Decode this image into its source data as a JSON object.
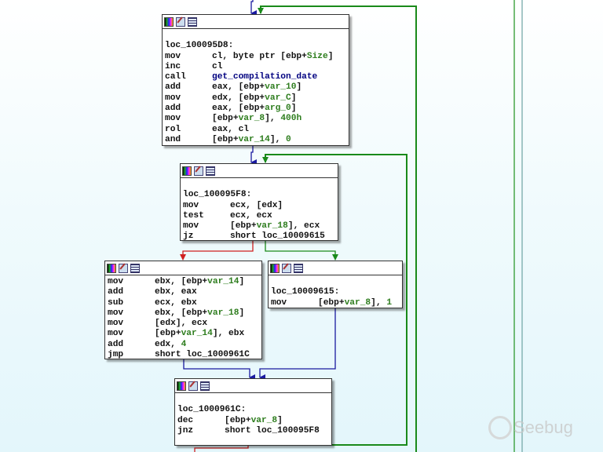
{
  "colors": {
    "true_edge": "#1a8a1a",
    "false_edge": "#d02020",
    "uncond_edge": "#1a1aa0",
    "var": "#2e7d1e",
    "func": "#000080"
  },
  "blocks": [
    {
      "id": "loc_100095D8",
      "label": "loc_100095D8:",
      "lines": [
        {
          "m": "mov",
          "o": [
            [
              "cl, byte ptr [ebp+",
              ""
            ],
            [
              "Size",
              "var"
            ],
            [
              "]",
              ""
            ]
          ]
        },
        {
          "m": "inc",
          "o": [
            [
              "cl",
              ""
            ]
          ]
        },
        {
          "m": "call",
          "o": [
            [
              "get_compilation_date",
              "fn"
            ]
          ]
        },
        {
          "m": "add",
          "o": [
            [
              "eax, [ebp+",
              ""
            ],
            [
              "var_10",
              "var"
            ],
            [
              "]",
              ""
            ]
          ]
        },
        {
          "m": "mov",
          "o": [
            [
              "edx, [ebp+",
              ""
            ],
            [
              "var_C",
              "var"
            ],
            [
              "]",
              ""
            ]
          ]
        },
        {
          "m": "add",
          "o": [
            [
              "eax, [ebp+",
              ""
            ],
            [
              "arg_0",
              "var"
            ],
            [
              "]",
              ""
            ]
          ]
        },
        {
          "m": "mov",
          "o": [
            [
              "[ebp+",
              ""
            ],
            [
              "var_8",
              "var"
            ],
            [
              "], ",
              ""
            ],
            [
              "400h",
              "num"
            ]
          ]
        },
        {
          "m": "rol",
          "o": [
            [
              "eax, cl",
              ""
            ]
          ]
        },
        {
          "m": "and",
          "o": [
            [
              "[ebp+",
              ""
            ],
            [
              "var_14",
              "var"
            ],
            [
              "], ",
              ""
            ],
            [
              "0",
              "num"
            ]
          ]
        }
      ]
    },
    {
      "id": "loc_100095F8",
      "label": "loc_100095F8:",
      "lines": [
        {
          "m": "mov",
          "o": [
            [
              "ecx, [edx]",
              ""
            ]
          ]
        },
        {
          "m": "test",
          "o": [
            [
              "ecx, ecx",
              ""
            ]
          ]
        },
        {
          "m": "mov",
          "o": [
            [
              "[ebp+",
              ""
            ],
            [
              "var_18",
              "var"
            ],
            [
              "], ecx",
              ""
            ]
          ]
        },
        {
          "m": "jz",
          "o": [
            [
              "short loc_10009615",
              ""
            ]
          ]
        }
      ]
    },
    {
      "id": "fallthrough",
      "label": "",
      "lines": [
        {
          "m": "mov",
          "o": [
            [
              "ebx, [ebp+",
              ""
            ],
            [
              "var_14",
              "var"
            ],
            [
              "]",
              ""
            ]
          ]
        },
        {
          "m": "add",
          "o": [
            [
              "ebx, eax",
              ""
            ]
          ]
        },
        {
          "m": "sub",
          "o": [
            [
              "ecx, ebx",
              ""
            ]
          ]
        },
        {
          "m": "mov",
          "o": [
            [
              "ebx, [ebp+",
              ""
            ],
            [
              "var_18",
              "var"
            ],
            [
              "]",
              ""
            ]
          ]
        },
        {
          "m": "mov",
          "o": [
            [
              "[edx], ecx",
              ""
            ]
          ]
        },
        {
          "m": "mov",
          "o": [
            [
              "[ebp+",
              ""
            ],
            [
              "var_14",
              "var"
            ],
            [
              "], ebx",
              ""
            ]
          ]
        },
        {
          "m": "add",
          "o": [
            [
              "edx, ",
              ""
            ],
            [
              "4",
              "num"
            ]
          ]
        },
        {
          "m": "jmp",
          "o": [
            [
              "short loc_1000961C",
              ""
            ]
          ]
        }
      ]
    },
    {
      "id": "loc_10009615",
      "label": "loc_10009615:",
      "lines": [
        {
          "m": "mov",
          "o": [
            [
              "[ebp+",
              ""
            ],
            [
              "var_8",
              "var"
            ],
            [
              "], ",
              ""
            ],
            [
              "1",
              "num"
            ]
          ]
        }
      ]
    },
    {
      "id": "loc_1000961C",
      "label": "loc_1000961C:",
      "lines": [
        {
          "m": "dec",
          "o": [
            [
              "[ebp+",
              ""
            ],
            [
              "var_8",
              "var"
            ],
            [
              "]",
              ""
            ]
          ]
        },
        {
          "m": "jnz",
          "o": [
            [
              "short loc_100095F8",
              ""
            ]
          ]
        }
      ]
    }
  ],
  "watermark": "Seebug"
}
